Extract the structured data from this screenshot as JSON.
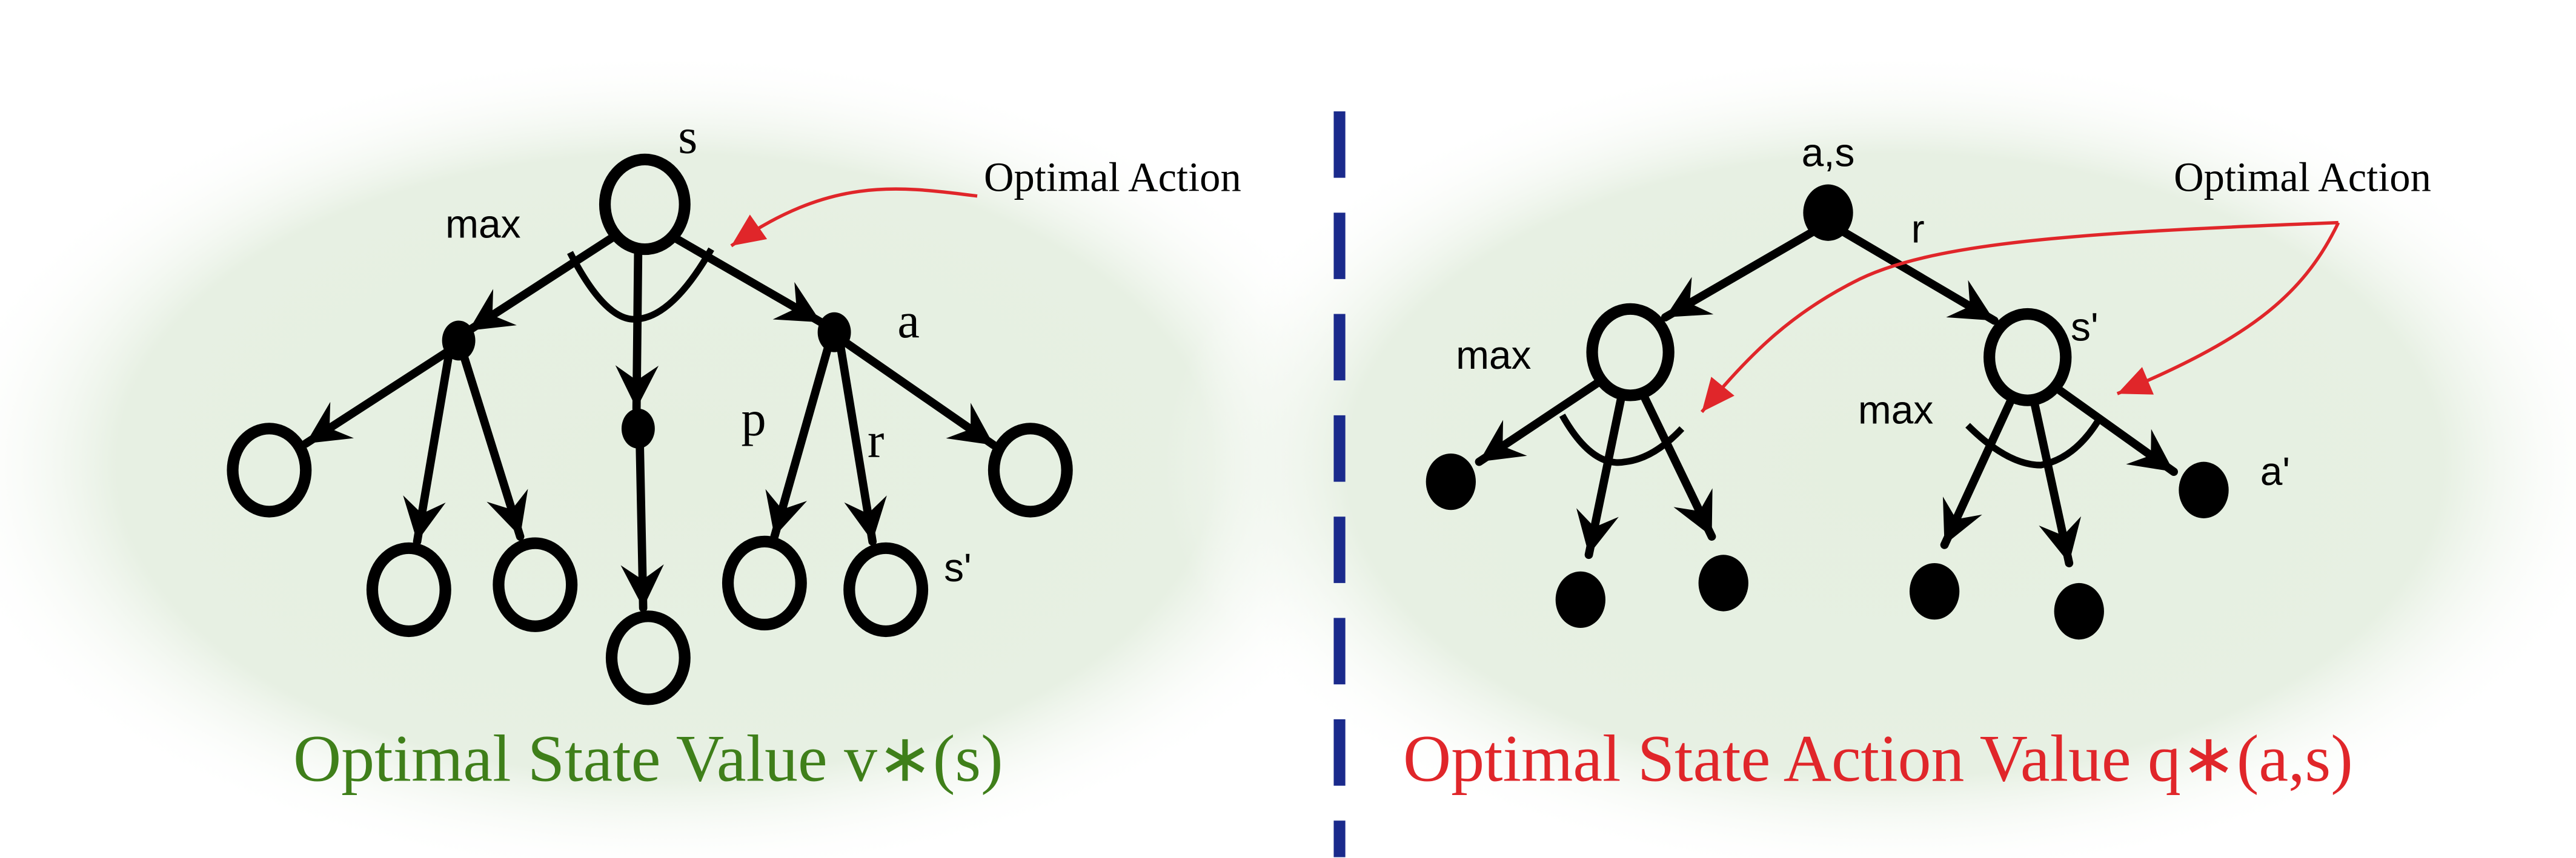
{
  "colors": {
    "left_title": "#3f7f1a",
    "right_title": "#e0262a",
    "annotation_arrow": "#e0262a",
    "divider": "#1a2a8c",
    "background_glow": "#e5efe0"
  },
  "left_panel": {
    "title": "Optimal State Value v∗(s)",
    "annotation": "Optimal Action",
    "labels": {
      "root": "s",
      "max": "max",
      "action": "a",
      "p": "p",
      "r": "r",
      "next_state": "s'"
    }
  },
  "right_panel": {
    "title": "Optimal State Action Value q∗(a,s)",
    "annotation": "Optimal Action",
    "labels": {
      "root": "a,s",
      "r": "r",
      "max_left": "max",
      "max_right": "max",
      "next_state": "s'",
      "next_action": "a'"
    }
  }
}
